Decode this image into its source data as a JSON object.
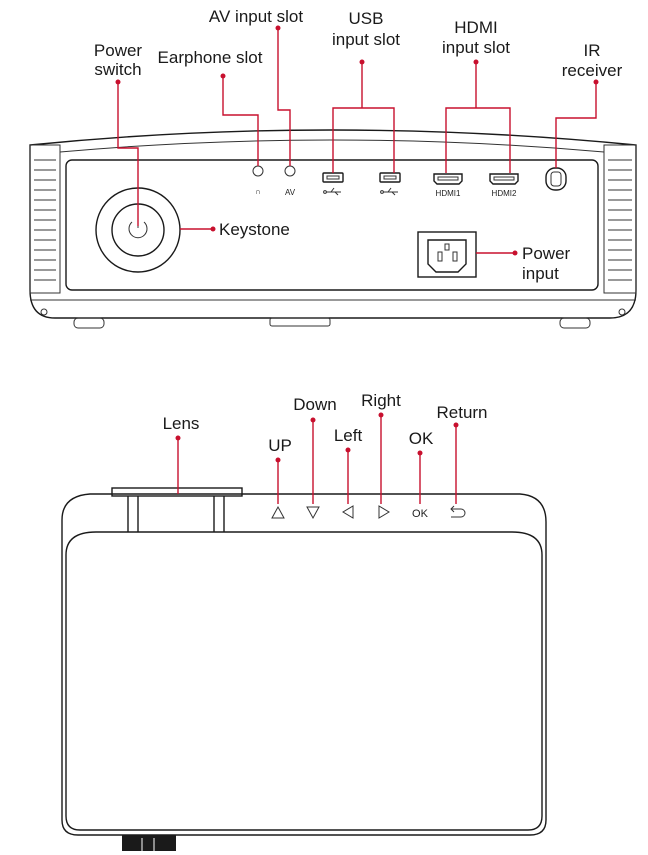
{
  "front_view": {
    "callouts": {
      "power_switch": [
        "Power",
        "switch"
      ],
      "earphone_slot": "Earphone slot",
      "av_input_slot": "AV input slot",
      "usb_input_slot": [
        "USB",
        "input slot"
      ],
      "hdmi_input_slot": [
        "HDMI",
        "input slot"
      ],
      "ir_receiver": [
        "IR",
        "receiver"
      ],
      "keystone": "Keystone",
      "power_input": [
        "Power",
        "input"
      ]
    },
    "port_labels": {
      "av": "AV",
      "hdmi1": "HDMI1",
      "hdmi2": "HDMI2"
    }
  },
  "top_view": {
    "callouts": {
      "lens": "Lens",
      "up": "UP",
      "down": "Down",
      "left": "Left",
      "right": "Right",
      "ok": "OK",
      "return": "Return"
    },
    "button_labels": {
      "ok": "OK"
    }
  },
  "colors": {
    "leader_line": "#c8102e",
    "outline": "#1a1a1a"
  }
}
